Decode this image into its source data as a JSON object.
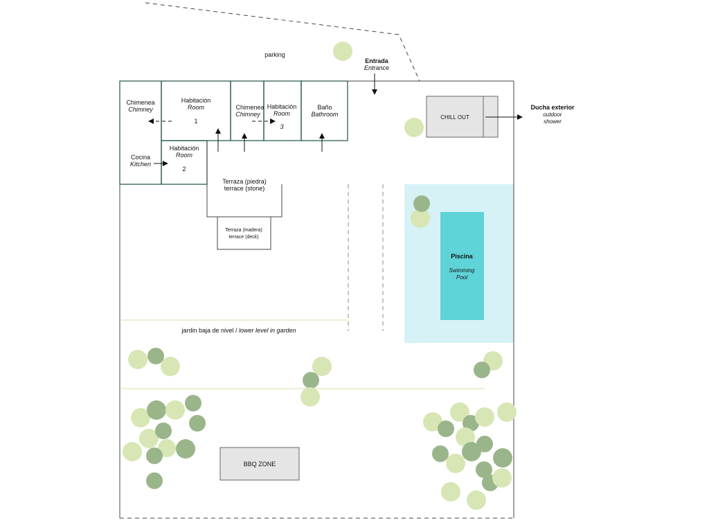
{
  "labels": {
    "parking": "parking",
    "entrada": "Entrada",
    "entrance": "Entrance",
    "chimenea_1": "Chimenea",
    "chimney_1": "Chimney",
    "habitacion_1": "Habitación",
    "room_1": "Room",
    "num_1": "1",
    "chimenea_2": "Chimenea",
    "chimney_2": "Chimney",
    "habitacion_3": "Habitación",
    "room_3": "Room",
    "num_3": "3",
    "bano": "Baño",
    "bathroom": "Bathroom",
    "cocina": "Cocina",
    "kitchen": "Kitchen",
    "habitacion_2": "Habitación",
    "room_2": "Room",
    "num_2": "2",
    "terraza_piedra": "Terraza (piedra)",
    "terrace_stone": "terrace (stone)",
    "terraza_madera": "Terraza (madera)",
    "terrace_deck": "terrace (deck)",
    "chill_out": "CHILL OUT",
    "ducha_exterior": "Ducha exterior",
    "outdoor": "outdoor",
    "shower": "shower",
    "piscina": "Piscina",
    "swimming": "Swimming",
    "pool": "Pool",
    "jardin": "jardin baja de nivel",
    "jardin_sep": " / ",
    "lower_level": "lower level in garden",
    "bbq": "BBQ ZONE"
  },
  "colors": {
    "wall": "#2f5d58",
    "pool": "#5fd4d8",
    "pool_area": "#d6f2f6",
    "chill_fill": "#e5e5e5",
    "tree_light": "#d7e6b4",
    "tree_dark": "#9ab58a",
    "garden_line": "#dfe6b8"
  },
  "icons": [
    "arrow-icon"
  ]
}
